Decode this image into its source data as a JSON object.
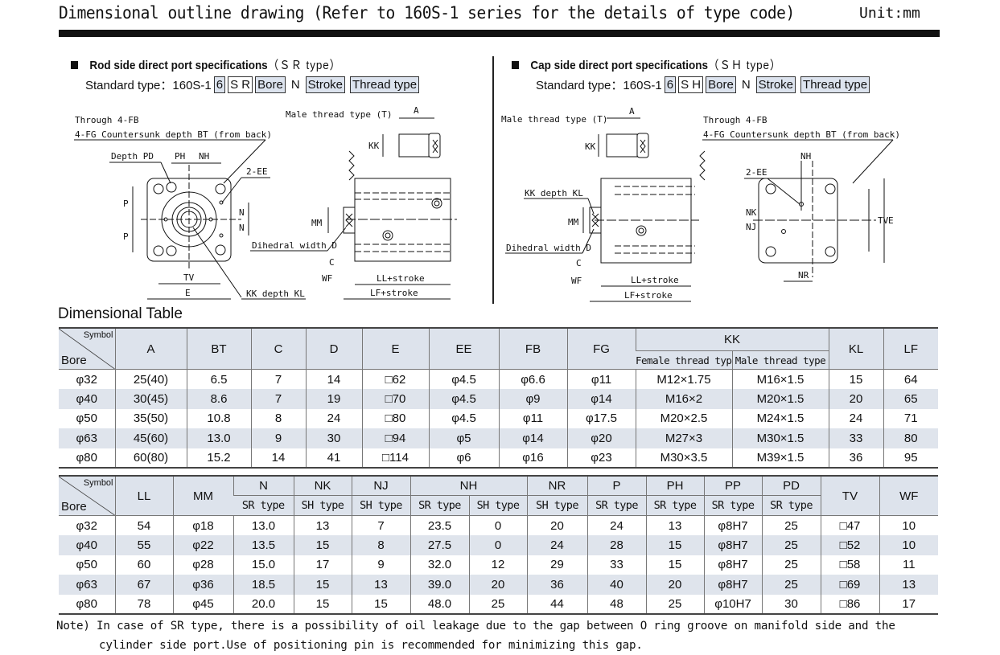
{
  "header": {
    "title": "Dimensional outline drawing (Refer to 160S-1 series for the details of type code)",
    "unit": "Unit:mm"
  },
  "sr_section": {
    "heading": "Rod side direct port specifications",
    "type_tag": "（ＳＲ type）",
    "std_label": "Standard type：160S-1",
    "code_boxes": [
      "6",
      "S R",
      "Bore",
      "N",
      "Stroke",
      "Thread type"
    ],
    "drawing_labels": {
      "through": "Through 4-FB",
      "countersunk": "4-FG Countersunk depth BT (from back)",
      "depth_pd": "Depth PD",
      "ph": "PH",
      "nh": "NH",
      "ee": "2-EE",
      "p": "P",
      "n": "N",
      "tv": "TV",
      "e": "E",
      "kk_depth": "KK depth KL",
      "male": "Male thread type (T)",
      "a": "A",
      "kk": "KK",
      "mm": "MM",
      "dihedral": "Dihedral width D",
      "c": "C",
      "wf": "WF",
      "ll": "LL+stroke",
      "lf": "LF+stroke"
    }
  },
  "sh_section": {
    "heading": "Cap side direct port specifications",
    "type_tag": "（ＳＨ type）",
    "std_label": "Standard type：160S-1",
    "code_boxes": [
      "6",
      "S H",
      "Bore",
      "N",
      "Stroke",
      "Thread type"
    ],
    "drawing_labels": {
      "male": "Male thread type (T)",
      "a": "A",
      "kk": "KK",
      "kk_depth": "KK depth KL",
      "mm": "MM",
      "dihedral": "Dihedral width D",
      "c": "C",
      "wf": "WF",
      "ll": "LL+stroke",
      "lf": "LF+stroke",
      "through": "Through 4-FB",
      "countersunk": "4-FG Countersunk depth BT (from back)",
      "nh": "NH",
      "ee": "2-EE",
      "nk": "NK",
      "nj": "NJ",
      "tv": "TV",
      "e": "E",
      "nr": "NR"
    }
  },
  "table_title": "Dimensional Table",
  "table1": {
    "corner_symbol": "Symbol",
    "corner_bore": "Bore",
    "headers": [
      "A",
      "BT",
      "C",
      "D",
      "E",
      "EE",
      "FB",
      "FG",
      "KK",
      "KL",
      "LF"
    ],
    "kk_sub": [
      "Female thread type",
      "Male thread type"
    ],
    "rows": [
      [
        "φ32",
        "25(40)",
        "6.5",
        "7",
        "□62",
        "φ4.5",
        "φ6.6",
        "φ11",
        "M12×1.75",
        "M16×1.5",
        "15",
        "64"
      ],
      [
        "φ40",
        "30(45)",
        "8.6",
        "7",
        "19",
        "□70",
        "φ4.5",
        "φ9",
        "φ14",
        "M16×2",
        "M20×1.5",
        "20",
        "65"
      ],
      [
        "φ50",
        "35(50)",
        "10.8",
        "8",
        "24",
        "□80",
        "φ4.5",
        "φ11",
        "φ17.5",
        "M20×2.5",
        "M24×1.5",
        "24",
        "71"
      ],
      [
        "φ63",
        "45(60)",
        "13.0",
        "9",
        "30",
        "□94",
        "φ5",
        "φ14",
        "φ20",
        "M27×3",
        "M30×1.5",
        "33",
        "80"
      ],
      [
        "φ80",
        "60(80)",
        "15.2",
        "14",
        "41",
        "□114",
        "φ6",
        "φ16",
        "φ23",
        "M30×3.5",
        "M39×1.5",
        "36",
        "95"
      ]
    ]
  },
  "table2": {
    "corner_symbol": "Symbol",
    "corner_bore": "Bore",
    "headers": [
      "LL",
      "MM",
      "N",
      "NK",
      "NJ",
      "NH",
      "NR",
      "P",
      "PH",
      "PP",
      "PD",
      "TV",
      "WF"
    ],
    "sub": [
      "SR type",
      "SH type",
      "SH type",
      "SR type",
      "SH type",
      "SH type",
      "SR type",
      "SR type",
      "SR type",
      "SR type"
    ],
    "rows": [
      [
        "φ32",
        "54",
        "φ18",
        "13.0",
        "13",
        "7",
        "23.5",
        "0",
        "20",
        "24",
        "13",
        "φ8H7",
        "25",
        "□47",
        "10"
      ],
      [
        "φ40",
        "55",
        "φ22",
        "13.5",
        "15",
        "8",
        "27.5",
        "0",
        "24",
        "28",
        "15",
        "φ8H7",
        "25",
        "□52",
        "10"
      ],
      [
        "φ50",
        "60",
        "φ28",
        "15.0",
        "17",
        "9",
        "32.0",
        "12",
        "29",
        "33",
        "15",
        "φ8H7",
        "25",
        "□58",
        "11"
      ],
      [
        "φ63",
        "67",
        "φ36",
        "18.5",
        "15",
        "13",
        "39.0",
        "20",
        "36",
        "40",
        "20",
        "φ8H7",
        "25",
        "□69",
        "13"
      ],
      [
        "φ80",
        "78",
        "φ45",
        "20.0",
        "15",
        "15",
        "48.0",
        "25",
        "44",
        "48",
        "25",
        "φ10H7",
        "30",
        "□86",
        "17"
      ]
    ]
  },
  "note": {
    "line1": "Note) In case of SR type, there is a possibility of oil leakage due to the gap between O ring groove on manifold side and the",
    "line2": "cylinder side port.Use of positioning pin is recommended for minimizing this gap."
  }
}
